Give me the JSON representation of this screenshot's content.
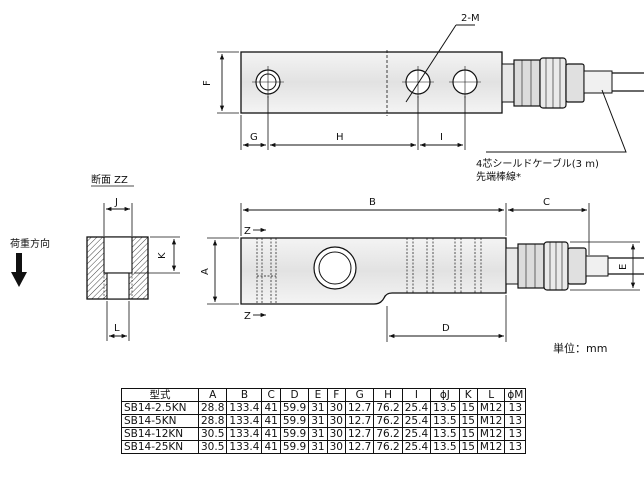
{
  "labels": {
    "tap_label": "2-M",
    "dim_F": "F",
    "dim_G": "G",
    "dim_H": "H",
    "dim_I": "I",
    "cable_line1": "4芯シールドケーブル(3 m)",
    "cable_line2": "先端棒線*",
    "section_title": "断面 ZZ",
    "dim_J": "J",
    "dim_K": "K",
    "dim_L": "L",
    "load_direction": "荷重方向",
    "dim_A": "A",
    "dim_B": "B",
    "dim_C": "C",
    "dim_D": "D",
    "dim_E": "E",
    "section_mark_top": "Z",
    "section_mark_bottom": "Z",
    "unit": "単位：mm"
  },
  "table": {
    "headers": [
      "型式",
      "A",
      "B",
      "C",
      "D",
      "E",
      "F",
      "G",
      "H",
      "I",
      "ϕJ",
      "K",
      "L",
      "ϕM"
    ],
    "rows": [
      [
        "SB14-2.5KN",
        "28.8",
        "133.4",
        "41",
        "59.9",
        "31",
        "30",
        "12.7",
        "76.2",
        "25.4",
        "13.5",
        "15",
        "M12",
        "13"
      ],
      [
        "SB14-5KN",
        "28.8",
        "133.4",
        "41",
        "59.9",
        "31",
        "30",
        "12.7",
        "76.2",
        "25.4",
        "13.5",
        "15",
        "M12",
        "13"
      ],
      [
        "SB14-12KN",
        "30.5",
        "133.4",
        "41",
        "59.9",
        "31",
        "30",
        "12.7",
        "76.2",
        "25.4",
        "13.5",
        "15",
        "M12",
        "13"
      ],
      [
        "SB14-25KN",
        "30.5",
        "133.4",
        "41",
        "59.9",
        "31",
        "30",
        "12.7",
        "76.2",
        "25.4",
        "13.5",
        "15",
        "M12",
        "13"
      ]
    ]
  }
}
